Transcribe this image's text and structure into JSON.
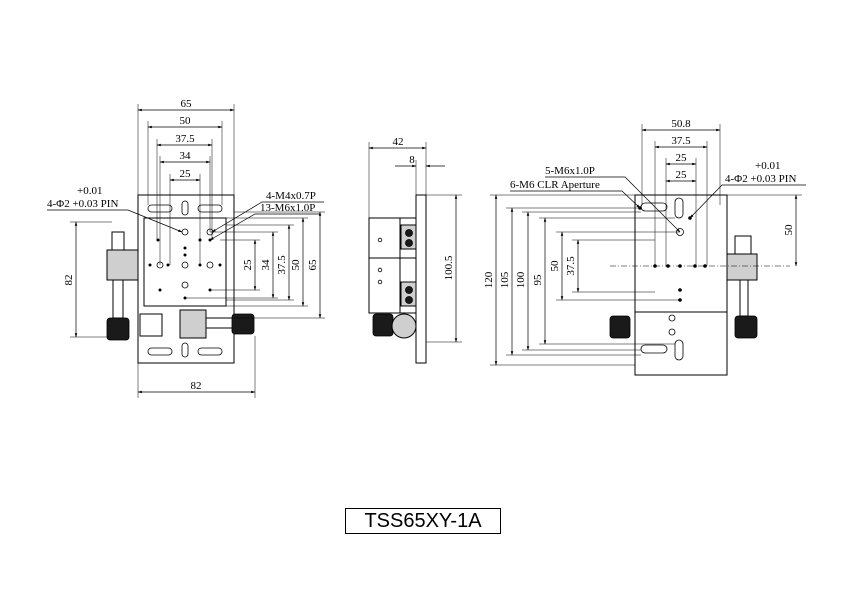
{
  "title": "TSS65XY-1A",
  "front_view": {
    "dims_top": [
      "65",
      "50",
      "37.5",
      "34",
      "25"
    ],
    "pin_tol_upper": "+0.01",
    "pin_callout": "4-Φ2 +0.03 PIN",
    "callout_m4": "4-M4x0.7P",
    "callout_m6": "13-M6x1.0P",
    "dims_right": [
      "25",
      "34",
      "37.5",
      "50",
      "65"
    ],
    "dim_left": "82",
    "dim_bottom": "82"
  },
  "side_view": {
    "dim_42": "42",
    "dim_8": "8",
    "dim_100_5": "100.5"
  },
  "bracket_view": {
    "dims_top": [
      "50.8",
      "37.5",
      "25",
      "25"
    ],
    "callout_m6": "5-M6x1.0P",
    "callout_clr": "6-M6 CLR Aperture",
    "pin_tol_upper": "+0.01",
    "pin_callout": "4-Φ2 +0.03 PIN",
    "dims_left": [
      "120",
      "105",
      "100",
      "95",
      "50",
      "37.5"
    ],
    "dim_right": "50"
  }
}
